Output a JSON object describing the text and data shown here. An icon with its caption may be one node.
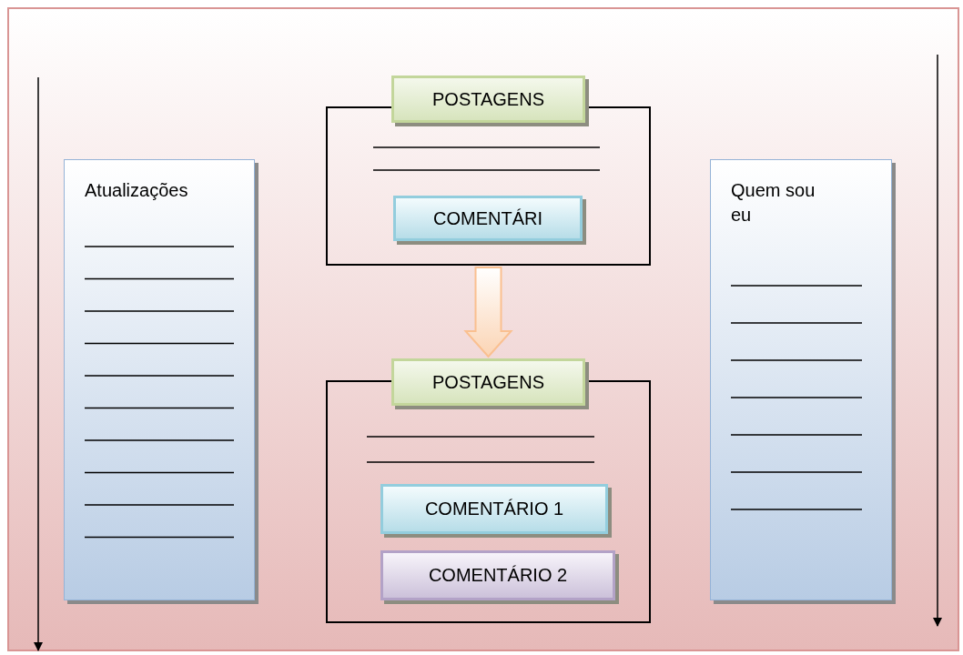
{
  "diagram": {
    "nodes": [
      {
        "text": [
          "Atualizações"
        ]
      },
      {
        "text": [],
        "shape": "box"
      },
      {
        "text": [
          "POSTAGENS"
        ]
      },
      {
        "text": [
          "COMENTÁRI"
        ],
        "in": 1
      },
      {
        "text": [],
        "shape": "box"
      },
      {
        "text": [
          "POSTAGENS"
        ]
      },
      {
        "text": [
          "COMENTÁRIO 1"
        ],
        "in": 4
      },
      {
        "text": [
          "COMENTÁRIO 2"
        ],
        "in": 4
      },
      {
        "text": [
          "Quem sou eu"
        ]
      }
    ],
    "edges": [
      {
        "from": 1,
        "to": 4,
        "arrow": "to"
      }
    ]
  }
}
